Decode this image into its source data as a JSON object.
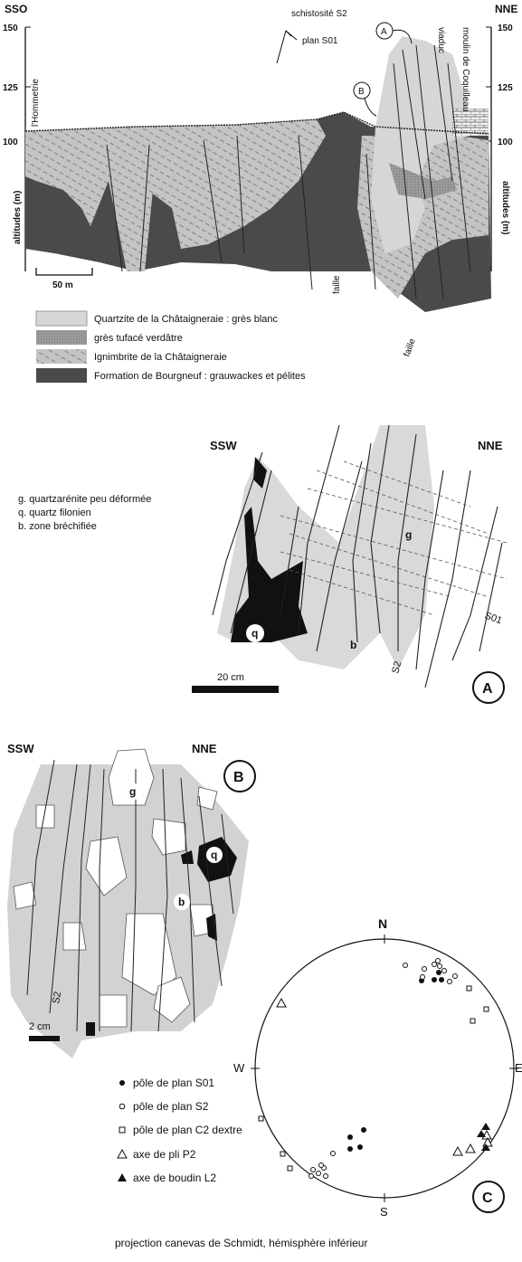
{
  "section_top": {
    "left_label": "SSO",
    "right_label": "NNE",
    "y_ticks_left": [
      "150",
      "125",
      "100"
    ],
    "y_ticks_right": [
      "150",
      "125",
      "100"
    ],
    "axis_label_left": "altitudes (m)",
    "axis_label_right": "altitudes (m)",
    "place_left": "l'Hommetrie",
    "place_viaduc": "viaduc",
    "place_right": "moulin de Coquilleau",
    "schist_label": "schistosité S2",
    "plan_label": "plan S01",
    "marker_a": "A",
    "marker_b": "B",
    "faille_1": "faille",
    "faille_2": "faille",
    "scale": "50 m",
    "legend": [
      {
        "label": "Quartzite de la Châtaigneraie : grès blanc",
        "color": "#d6d6d6"
      },
      {
        "label": "grès tufacé verdâtre",
        "color": "#9a9a9a"
      },
      {
        "label": "Ignimbrite de la Châtaigneraie",
        "color": "#c4c4c4"
      },
      {
        "label": "Formation de Bourgneuf : grauwackes et pélites",
        "color": "#4a4a4a"
      }
    ]
  },
  "panel_a": {
    "left_label": "SSW",
    "right_label": "NNE",
    "key": [
      "g. quartzarénite peu déformée",
      "q. quartz filonien",
      "b. zone bréchifiée"
    ],
    "g": "g",
    "q": "q",
    "b": "b",
    "s2": "S2",
    "s01": "S01",
    "scale": "20 cm",
    "marker": "A"
  },
  "panel_b": {
    "left_label": "SSW",
    "right_label": "NNE",
    "marker": "B",
    "g": "g",
    "q": "q",
    "b": "b",
    "s2": "S2",
    "scale": "2 cm"
  },
  "stereonet": {
    "n": "N",
    "s": "S",
    "w": "W",
    "e": "E",
    "marker": "C",
    "legend": [
      {
        "symbol": "filled-circle",
        "label": "pôle de plan S01"
      },
      {
        "symbol": "open-circle",
        "label": "pôle de plan S2"
      },
      {
        "symbol": "open-square",
        "label": "pôle de plan C2 dextre"
      },
      {
        "symbol": "open-triangle",
        "label": "axe de pli P2"
      },
      {
        "symbol": "filled-triangle",
        "label": "axe de boudin L2"
      }
    ],
    "caption": "projection canevas de Schmidt, hémisphère inférieur"
  }
}
